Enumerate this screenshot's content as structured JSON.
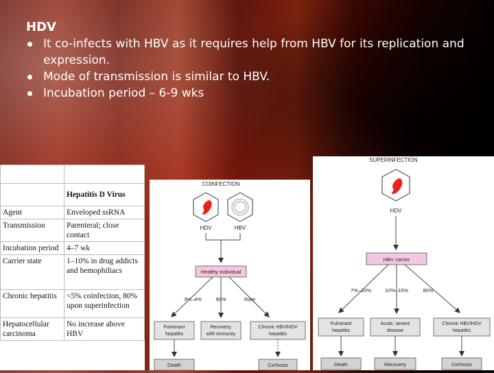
{
  "slide": {
    "heading": "HDV",
    "bullets": [
      "It co-infects with HBV as it requires help from HBV for its replication and expression.",
      "Mode of transmission is similar to HBV.",
      "Incubation period – 6-9 wks"
    ]
  },
  "table": {
    "column_header": "Hepatitis D Virus",
    "rows": [
      {
        "label": "Agent",
        "value": "Enveloped ssRNA"
      },
      {
        "label": "Transmission",
        "value": "Parenteral; close contact"
      },
      {
        "label": "Incubation period",
        "value": "4–7 wk"
      },
      {
        "label": "Carrier state",
        "value": "1–10% in drug addicts and hemophiliacs"
      },
      {
        "label": "Chronic hepatitis",
        "value": "<5% coinfection, 80% upon superinfection"
      },
      {
        "label": "Hepatocellular carcinoma",
        "value": "No increase above HBV"
      }
    ]
  },
  "coinfection": {
    "title": "COINFECTION",
    "virus1": "HDV",
    "virus2": "HBV",
    "state": "Healthy individual",
    "pct_left": "3%–4%",
    "pct_mid": "90%",
    "pct_right": "Rare",
    "outcome1_l1": "Fulminant",
    "outcome1_l2": "hepatitis",
    "outcome2_l1": "Recovery,",
    "outcome2_l2": "with immunity",
    "outcome3_l1": "Chronic HBV/HDV",
    "outcome3_l2": "hepatitis",
    "end1": "Death",
    "end3": "Cirrhosis"
  },
  "superinfection": {
    "title": "SUPERINFECTION",
    "virus": "HDV",
    "state": "HBV carrier",
    "pct_left": "7%–10%",
    "pct_mid": "10%–15%",
    "pct_right": "80%",
    "outcome1_l1": "Fulminant",
    "outcome1_l2": "hepatitis",
    "outcome2_l1": "Acute, severe",
    "outcome2_l2": "disease",
    "outcome3_l1": "Chronic HBV/HDV",
    "outcome3_l2": "hepatitis",
    "end1": "Death",
    "end2": "Recovery",
    "end3": "Cirrhosis"
  },
  "colors": {
    "virus_red": "#e8241a",
    "state_box": "#f3c7df",
    "outcome_box": "#e3e3e3",
    "end_box": "#d3d3d3"
  }
}
